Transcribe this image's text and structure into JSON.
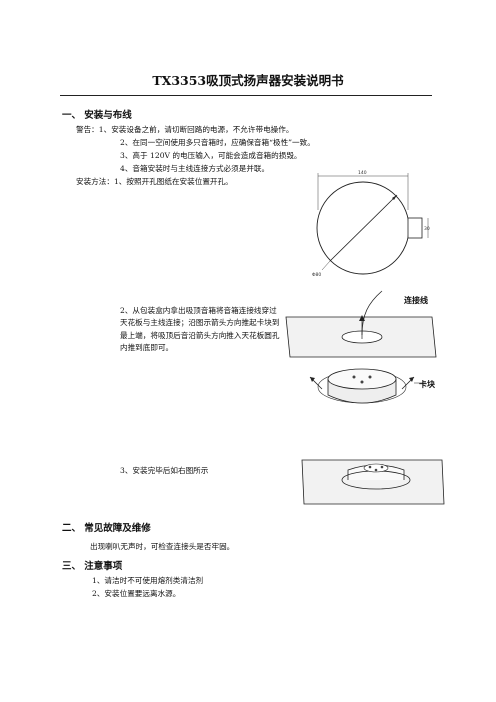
{
  "doc": {
    "title": "TX3353吸顶式扬声器安装说明书",
    "section1": {
      "heading": "一、 安装与布线",
      "warnings": [
        "警告：1、安装设备之前，请切断回路的电源，不允许带电操作。",
        "2、在同一空间使用多只音箱时，应确保音箱“极性”一致。",
        "3、高于 120V 的电压输入，可能会造成音箱的损毁。",
        "4、音箱安装时与主线连接方式必须是并联。"
      ],
      "method1": "安装方法：1、按照开孔图纸在安装位置开孔。",
      "step2": "2、从包装盒内拿出吸顶音箱将音箱连接线穿过天花板与主线连接；沿图示箭头方向推起卡块到最上端，将吸顶后音沿箭头方向推入天花板圆孔内推到底即可。",
      "step3": "3、安装完毕后如右图所示",
      "diagram_labels": {
        "width_dim": "140",
        "diameter": "Φ80",
        "side_dim": "30",
        "wire": "连接线",
        "clip": "卡块"
      }
    },
    "section2": {
      "heading": "二、 常见故障及维修",
      "text": "出现喇叭无声时，可检查连接头是否牢固。"
    },
    "section3": {
      "heading": "三、 注意事项",
      "items": [
        "1、请洁时不可使用熔剂类清洁剂",
        "2、安装位置要远离水源。"
      ]
    }
  }
}
